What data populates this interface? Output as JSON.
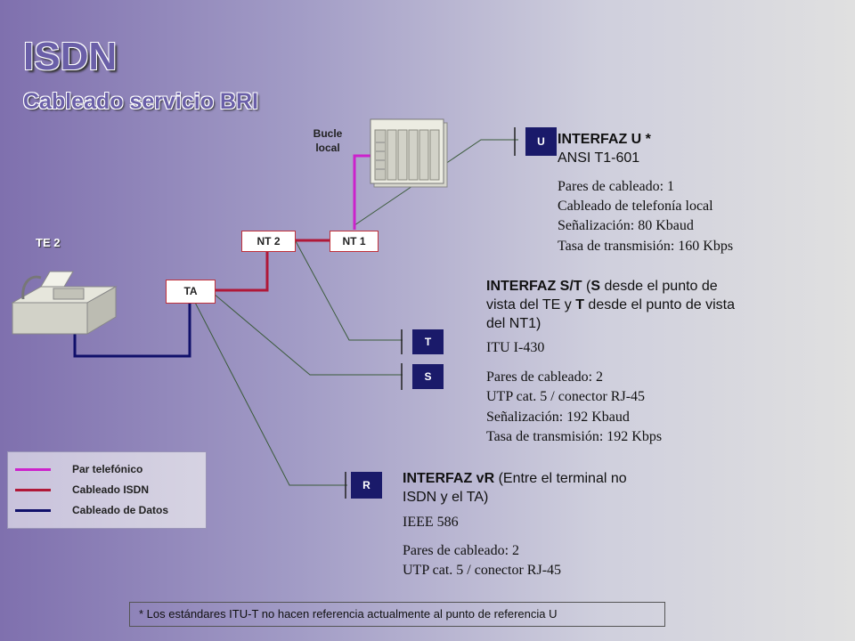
{
  "header": {
    "title": "ISDN",
    "subtitle": "Cableado servicio BRI"
  },
  "labels": {
    "bucle": [
      "Bucle",
      "local"
    ],
    "te2": "TE 2",
    "nt2": "NT 2",
    "nt1": "NT 1",
    "ta": "TA"
  },
  "points": {
    "u": "U",
    "t": "T",
    "s": "S",
    "r": "R"
  },
  "interfaz_u": {
    "heading": "INTERFAZ U *",
    "standard": "ANSI T1-601",
    "details": [
      "Pares de cableado: 1",
      "Cableado de telefonía local",
      "Señalización: 80 Kbaud",
      "Tasa de transmisión: 160 Kbps"
    ]
  },
  "interfaz_st": {
    "heading_bold": "INTERFAZ S/T",
    "heading_p1": " (",
    "heading_s": "S",
    "heading_p2": " desde el punto de vista del TE y ",
    "heading_t": "T",
    "heading_p3": " desde el punto de vista del NT1)",
    "standard": "ITU I-430",
    "details": [
      "Pares de cableado: 2",
      "UTP cat. 5 / conector RJ-45",
      "Señalización: 192 Kbaud",
      "Tasa de transmisión: 192 Kbps"
    ]
  },
  "interfaz_r": {
    "heading_bold": "INTERFAZ vR",
    "heading_rest": " (Entre el terminal no ISDN y el TA)",
    "standard": "IEEE 586",
    "details": [
      "Pares de cableado: 2",
      "UTP cat. 5 / conector RJ-45"
    ]
  },
  "legend": [
    {
      "label": "Par telefónico",
      "color": "#cc22cc"
    },
    {
      "label": "Cableado ISDN",
      "color": "#b01838"
    },
    {
      "label": "Cableado de Datos",
      "color": "#10106a"
    }
  ],
  "footnote": "* Los estándares ITU-T no hacen referencia actualmente al punto de referencia U",
  "colors": {
    "phone": "#cc22cc",
    "isdn": "#b01838",
    "data": "#10106a",
    "node": "#1a1a6a"
  }
}
